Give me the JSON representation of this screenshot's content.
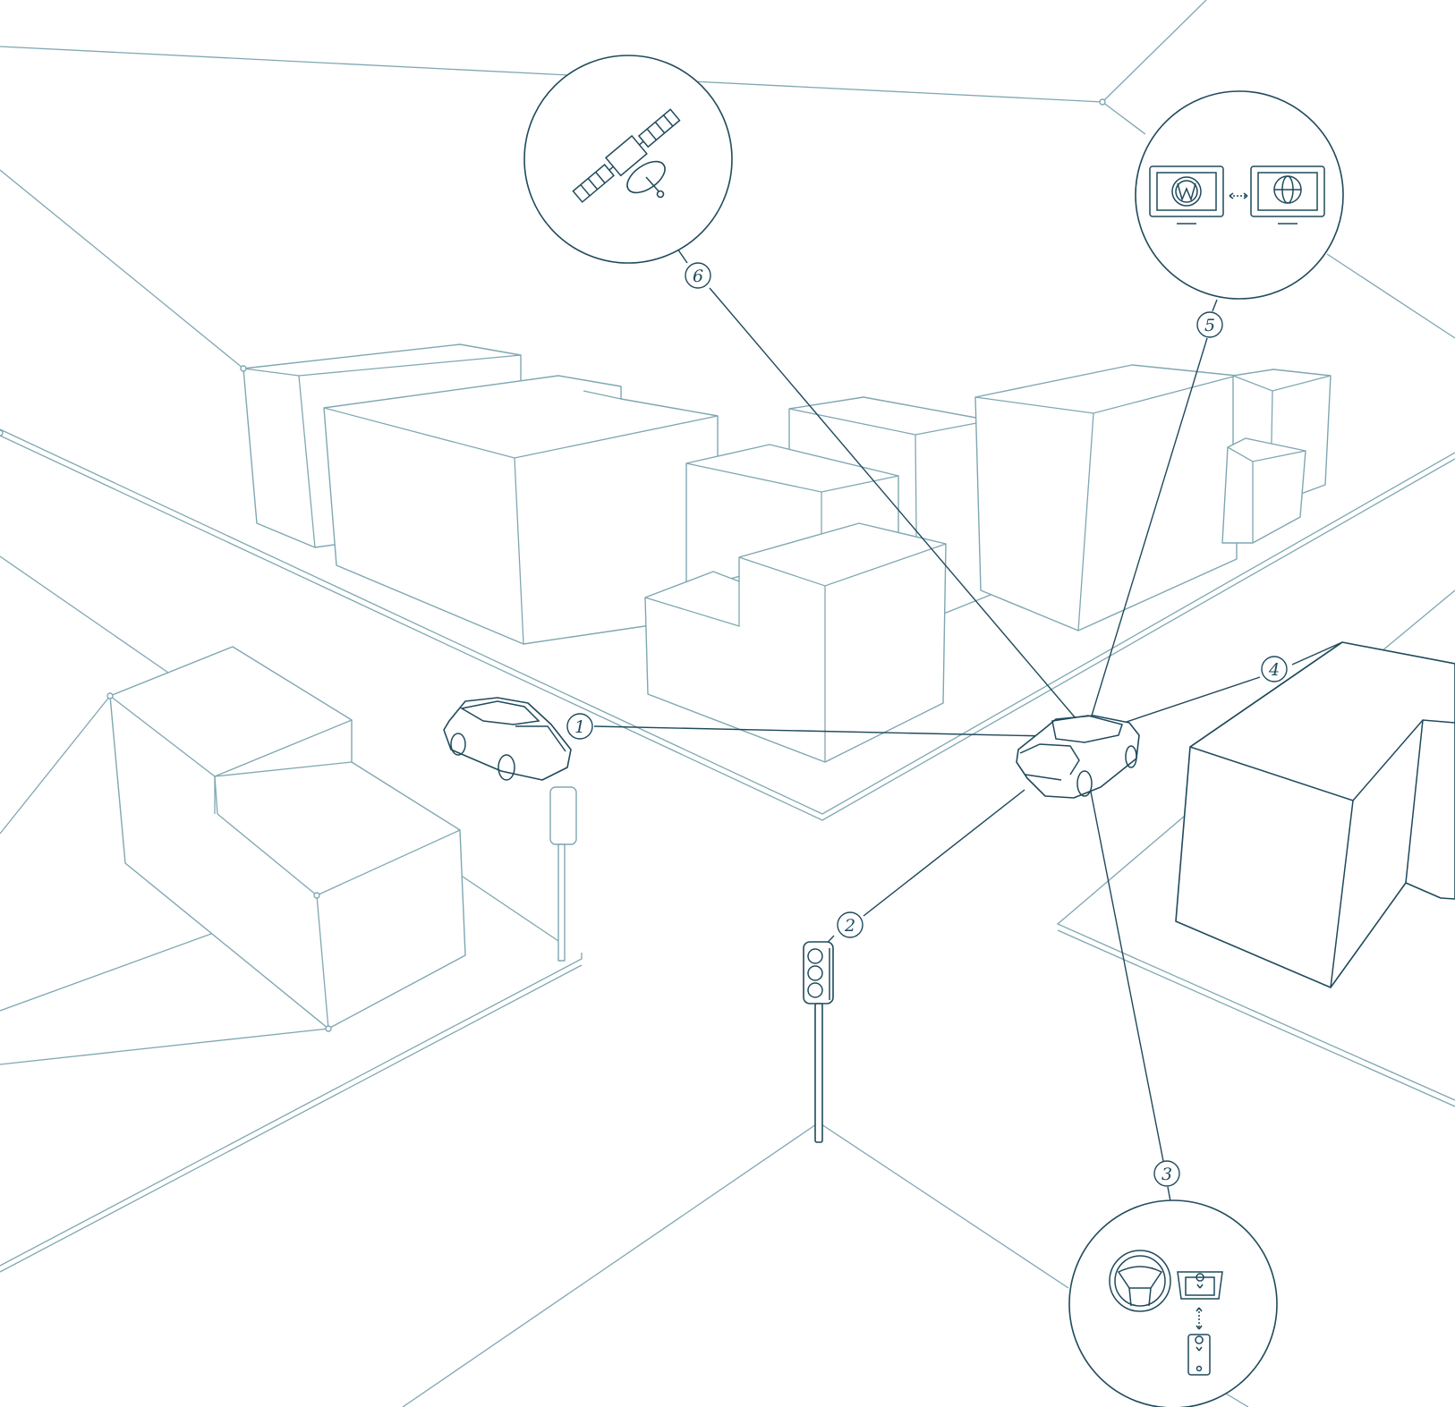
{
  "diagram": {
    "colors": {
      "line": "#1f4a5c",
      "light_line": "#7fa7b2",
      "background": "#ffffff"
    },
    "nodes": [
      {
        "label": "1",
        "icon": "car-icon"
      },
      {
        "label": "2",
        "icon": "traffic-light-icon"
      },
      {
        "label": "3",
        "icon": "steering-wheel-navigation-phone-icon"
      },
      {
        "label": "4",
        "icon": "building-icon"
      },
      {
        "label": "5",
        "icon": "vw-server-internet-icon"
      },
      {
        "label": "6",
        "icon": "satellite-icon"
      }
    ]
  }
}
